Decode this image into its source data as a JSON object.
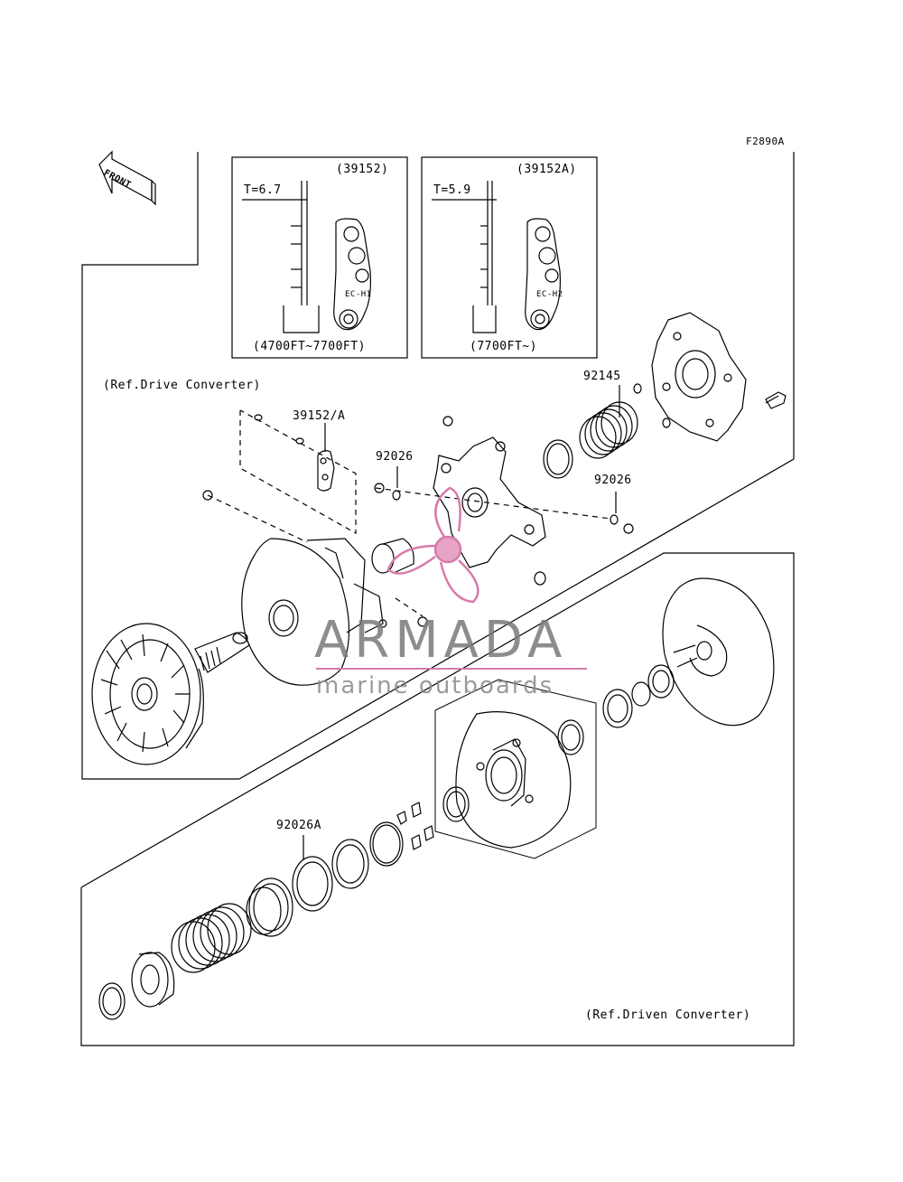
{
  "figure_code": "F2890A",
  "front_arrow_text": "FRONT",
  "inset_left": {
    "part_no": "(39152)",
    "thickness": "T=6.7",
    "stamp": "EC-H1",
    "altitude": "(4700FT~7700FT)"
  },
  "inset_right": {
    "part_no": "(39152A)",
    "thickness": "T=5.9",
    "stamp": "EC-H2",
    "altitude": "(7700FT~)"
  },
  "ref_labels": {
    "drive": "(Ref.Drive Converter)",
    "driven": "(Ref.Driven Converter)"
  },
  "callouts": {
    "weight": "39152/A",
    "spring_upper": "92145",
    "washer_a": "92026",
    "washer_b": "92026",
    "washer_c": "92026A"
  },
  "watermark": {
    "brand": "ARMADA",
    "tagline": "marine outboards",
    "color": "#d77aa9"
  }
}
